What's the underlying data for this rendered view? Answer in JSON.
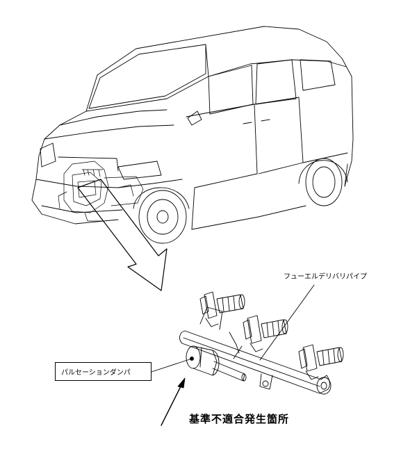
{
  "labels": {
    "fuel_delivery_pipe": "フューエルデリバリパイプ",
    "pulsation_damper": "パルセーションダンパ",
    "nonconformity_location": "基準不適合発生箇所"
  }
}
